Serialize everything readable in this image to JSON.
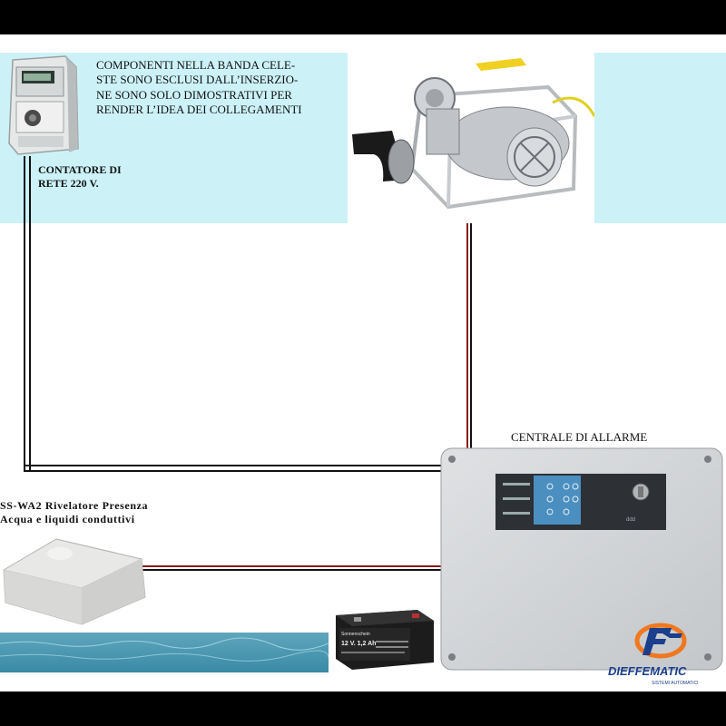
{
  "band_note": {
    "line1": "COMPONENTI NELLA BANDA CELE-",
    "line2": "STE SONO ESCLUSI DALL’INSERZIO-",
    "line3": "NE SONO SOLO DIMOSTRATIVI PER",
    "line4": "RENDER L’IDEA DEI COLLEGAMENTI"
  },
  "meter": {
    "line1": "CONTATORE DI",
    "line2": "RETE 220 V."
  },
  "control_unit": {
    "title": "CENTRALE DI ALLARME"
  },
  "sensor": {
    "line1": "SS-WA2 Rivelatore Presenza",
    "line2": "Acqua e liquidi conduttivi"
  },
  "battery": {
    "brand": "Sonnenschein",
    "rating": "12 V. 1,2 Ah"
  },
  "logo": {
    "text": "DIEFFEMATIC",
    "tagline": "SISTEMI AUTOMATICI"
  },
  "colors": {
    "band": "#ccf2f8",
    "wire_red": "#8b1a1a",
    "wire_black": "#111111",
    "logo_blue": "#1a3f8c",
    "logo_orange": "#f07820"
  }
}
